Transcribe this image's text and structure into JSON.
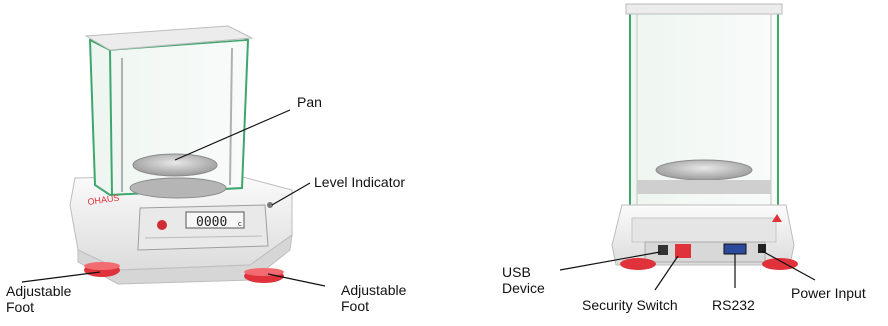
{
  "front_view": {
    "display_value": "0000",
    "display_unit": "c",
    "callouts": {
      "pan": "Pan",
      "level_indicator": "Level Indicator",
      "adjustable_foot_left": "Adjustable Foot",
      "adjustable_foot_right": "Adjustable Foot"
    }
  },
  "rear_view": {
    "callouts": {
      "usb_device": "USB Device",
      "security_switch": "Security Switch",
      "rs232": "RS232",
      "power_input": "Power Input"
    }
  },
  "colors": {
    "accent_red": "#e0323a",
    "glass_green": "#4caf78",
    "body_white": "#f2f2f2",
    "metal": "#c9c9c9"
  }
}
